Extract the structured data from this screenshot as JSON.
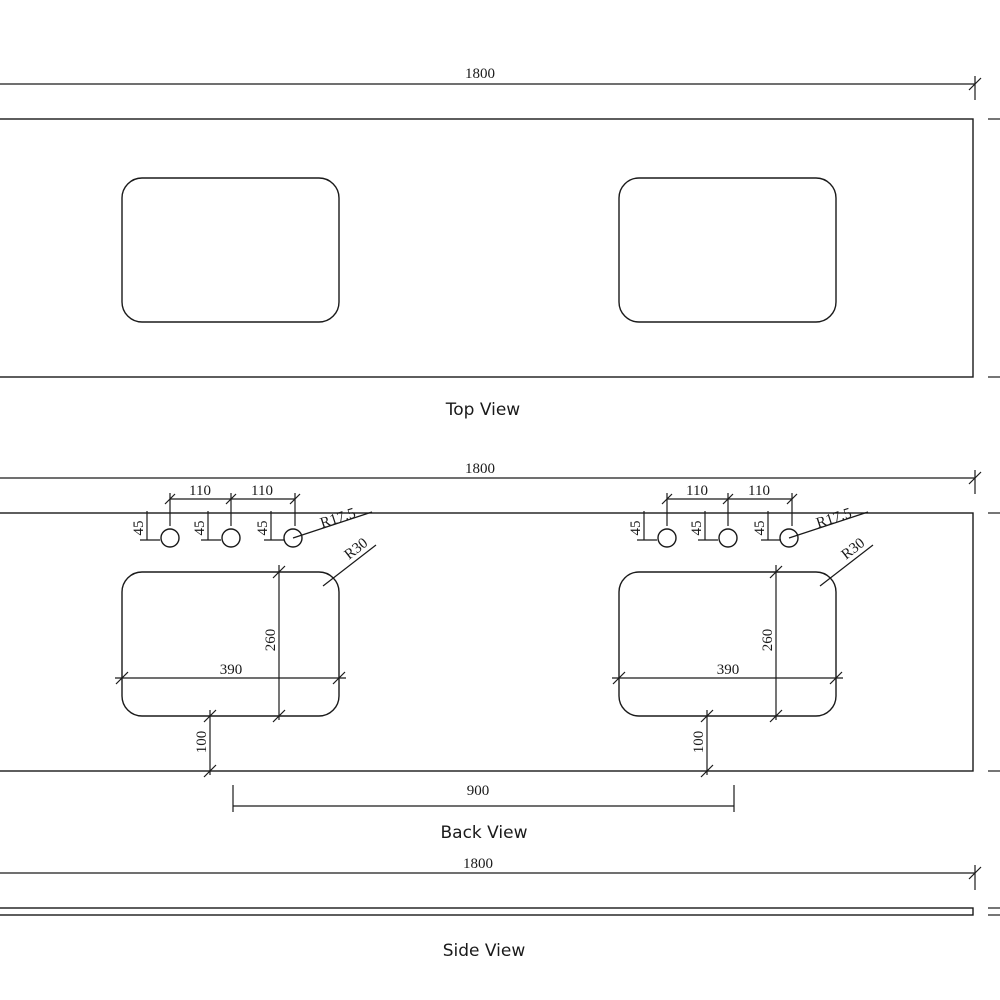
{
  "views": {
    "top": {
      "label": "Top View",
      "length_dim": "1800"
    },
    "back": {
      "label": "Back View",
      "length_dim": "1800",
      "tap_spacing_1": "110",
      "tap_spacing_2": "110",
      "tap_offset": "45",
      "tap_radius": "R17.5",
      "corner_radius": "R30",
      "basin_width": "390",
      "basin_depth": "260",
      "front_offset": "100",
      "basin_centers": "900"
    },
    "side": {
      "label": "Side View",
      "length_dim": "1800"
    }
  }
}
